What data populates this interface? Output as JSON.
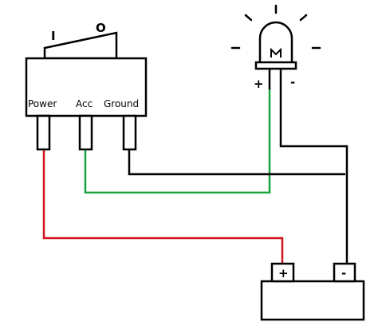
{
  "switch": {
    "on_label": "I",
    "off_label": "O",
    "terminals": [
      "Power",
      "Acc",
      "Ground"
    ]
  },
  "led": {
    "anode_label": "+",
    "cathode_label": "-"
  },
  "battery": {
    "positive_label": "+",
    "negative_label": "-"
  },
  "colors": {
    "power_wire": "#d0141b",
    "acc_wire": "#19a33f",
    "ground_wire": "#000000",
    "outline": "#000000"
  }
}
